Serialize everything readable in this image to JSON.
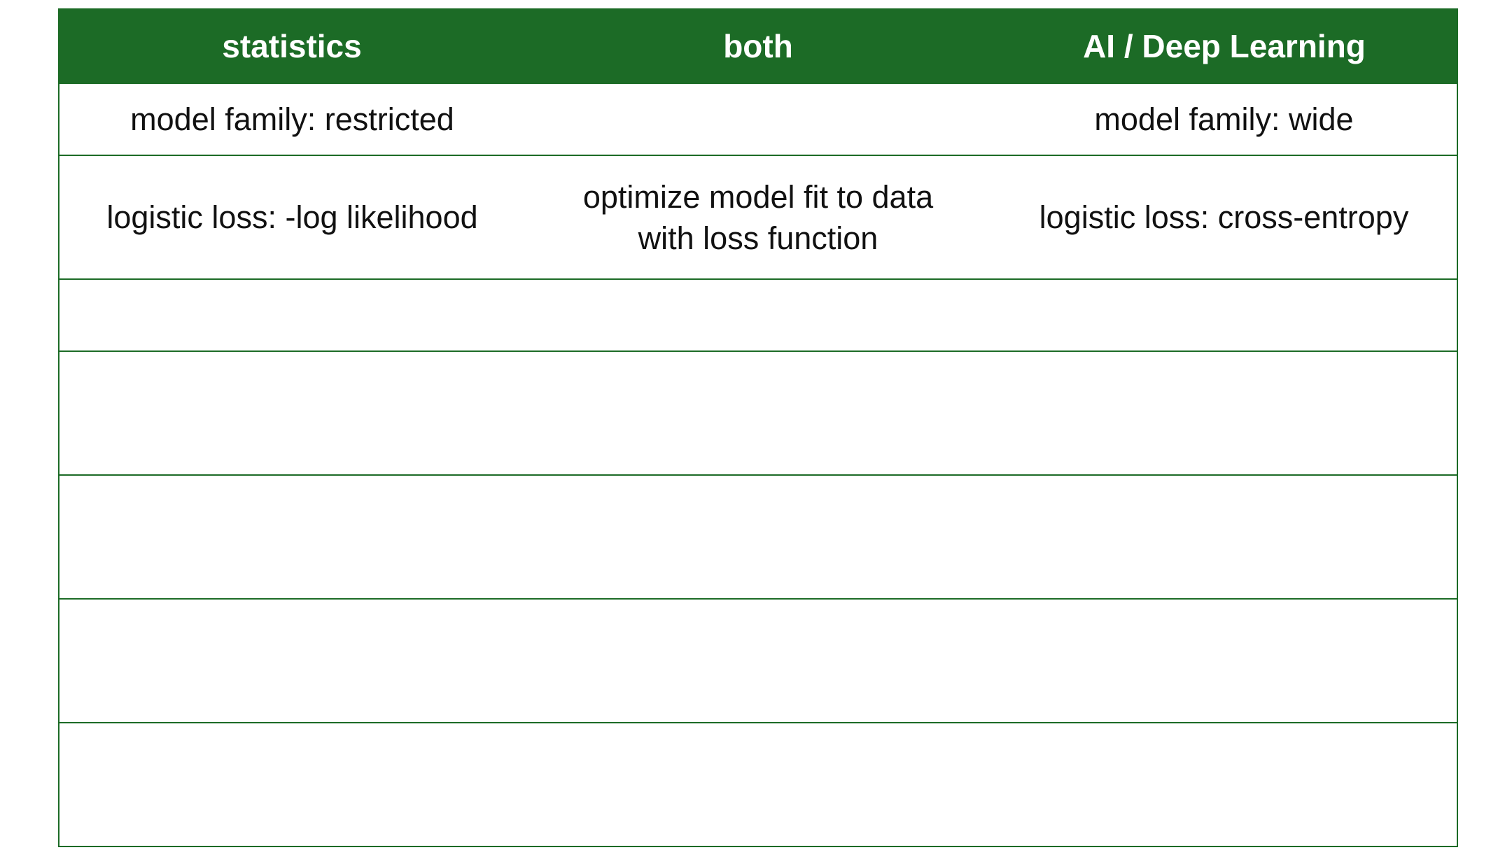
{
  "table": {
    "headers": [
      "statistics",
      "both",
      "AI / Deep Learning"
    ],
    "rows": [
      [
        "model family: restricted",
        "",
        "model family: wide"
      ],
      [
        "logistic loss: -log likelihood",
        "optimize model fit to data\nwith loss function",
        "logistic loss: cross-entropy"
      ],
      [
        "",
        "",
        ""
      ],
      [
        "",
        "",
        ""
      ],
      [
        "",
        "",
        ""
      ],
      [
        "",
        "",
        ""
      ],
      [
        "",
        "",
        ""
      ]
    ]
  },
  "colors": {
    "header_background": "#1c6b26",
    "header_text": "#ffffff",
    "grid_line": "#1c6b26",
    "cell_text": "#111111"
  }
}
